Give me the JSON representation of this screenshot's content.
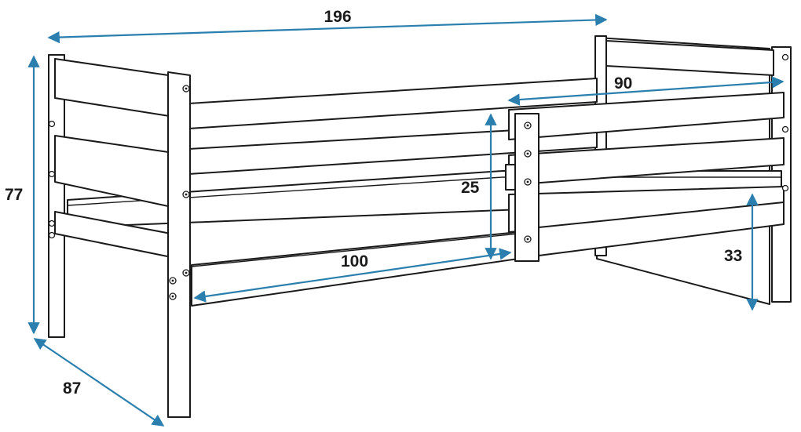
{
  "colors": {
    "dimension": "#2a7fae",
    "outline": "#1a1a1a"
  },
  "dimensions": {
    "length": "196",
    "height": "77",
    "depth": "87",
    "mattress_length": "90",
    "rail_height": "25",
    "opening": "100",
    "floor_clearance": "33"
  }
}
